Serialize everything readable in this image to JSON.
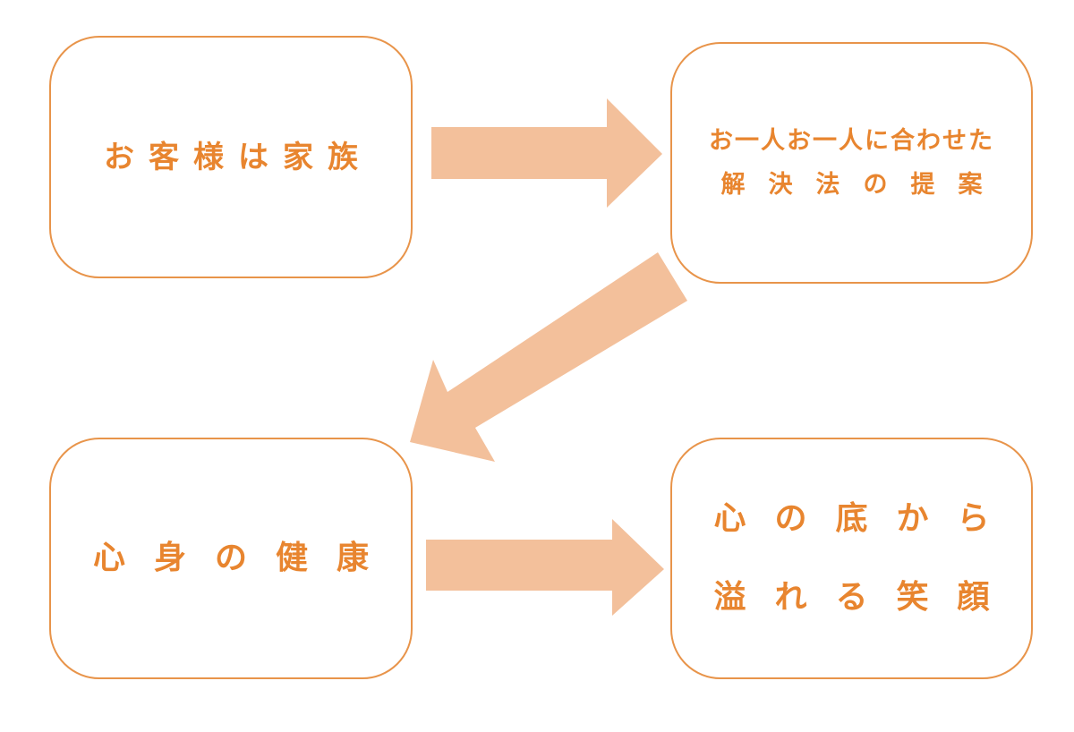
{
  "colors": {
    "border": "#e8944a",
    "text": "#e8852f",
    "arrow": "#f3c09b"
  },
  "boxes": {
    "family": {
      "line1": "お客様は家族"
    },
    "solution": {
      "line1": "お一人お一人に合わせた",
      "line2": "解決法の提案"
    },
    "health": {
      "line1": "心身の健康"
    },
    "smile": {
      "line1": "心の底から",
      "line2": "溢れる笑顔"
    }
  }
}
